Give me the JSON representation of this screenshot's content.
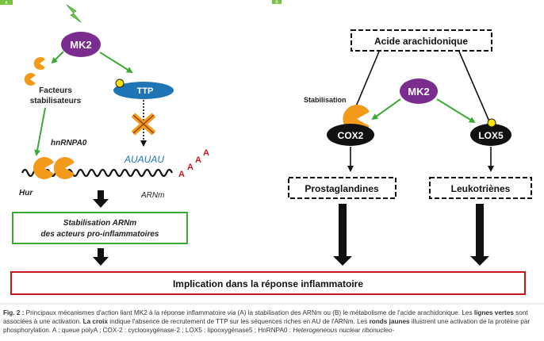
{
  "panels": {
    "a_label": "A",
    "b_label": "B"
  },
  "panel_a": {
    "mk2": "MK2",
    "facteurs_line1": "Facteurs",
    "facteurs_line2": "stabilisateurs",
    "ttp": "TTP",
    "hnrnpa0": "hnRNPA0",
    "auauau": "AUAUAU",
    "polya": "A",
    "hur": "Hur",
    "arnm": "ARNm",
    "stab_line1": "Stabilisation ARNm",
    "stab_line2": "des acteurs pro-inflammatoires"
  },
  "panel_b": {
    "acide": "Acide arachidonique",
    "mk2": "MK2",
    "stabilisation": "Stabilisation",
    "cox2": "COX2",
    "lox5": "LOX5",
    "prostaglandines": "Prostaglandines",
    "leukotrienes": "Leukotriènes"
  },
  "implication": "Implication dans la réponse inflammatoire",
  "caption": {
    "fig": "Fig. 2 :",
    "t1": " Principaux mécanismes d'action liant MK2 à la réponse inflammatoire ",
    "via": "via",
    "t2": " (A) la stabilisation des ARNm ou (B) le métabolisme de l'acide arachidonique. Les ",
    "lignes": "lignes vertes",
    "t3": " sont associées à une activation. ",
    "croix": "La croix",
    "t4": " indique l'absence de recrutement de TTP sur les séquences riches en AU de l'ARNm. Les ",
    "ronds": "ronds jaunes",
    "t5": " illustrent une activation de la protéine par phosphorylation. A : queue polyA ; COX-2 : cyclooxygénase-2 ; LOX5 : lipooxygénase5 ; HnRNPA0 : ",
    "hetero": "Heterogeneous nuclear ribonucleo-"
  },
  "colors": {
    "green": "#3aaa35",
    "purple": "#7b2c8f",
    "blue": "#1f74b5",
    "orange": "#f39a1b",
    "yellow": "#f6e400",
    "red": "#c4161c",
    "lime": "#7cc242"
  }
}
